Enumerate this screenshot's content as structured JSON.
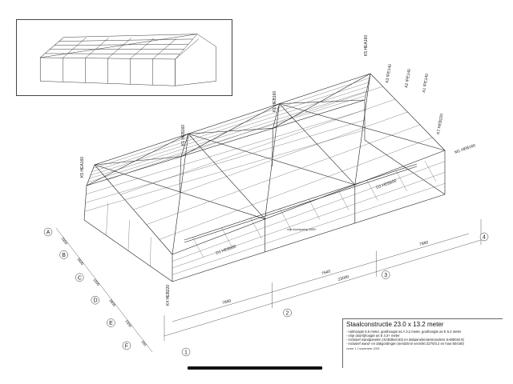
{
  "drawing": {
    "title": "Staalconstructie 23.0 x 13.2 meter",
    "specs": [
      "- nokhoogte 6.5 meter, goothoogte as A 3.2 meter, goothoogte as E 5.2 meter",
      "- vrije doorrijhoogte as E 4.3+ meter",
      "- inclusief wandpanelen (SAB35x0.63) en dakpanelen/anticondens SAB50x0.9)",
      "- inclusief wand- en dakgordingen (sendzimir verzinkt Z270/3.2 en hout 60/160)"
    ],
    "version_note": "versie 1.1 september 2025"
  },
  "grid_letters": [
    "A",
    "B",
    "C",
    "D",
    "E",
    "F"
  ],
  "grid_numbers": [
    "1",
    "2",
    "3",
    "4"
  ],
  "bay_dims": [
    "7860",
    "7640",
    "7860"
  ],
  "total_length": "23000",
  "span_dims": [
    "2950",
    "3800",
    "1000",
    "3800",
    "2350",
    "200"
  ],
  "member_labels": {
    "k5_left": "K5 HEA160",
    "k1_left": "K1 HEB160",
    "k1_top": "K1 HEB160",
    "k5_right": "K5 HEA160",
    "a3": "A3 IPE140",
    "a2": "A2 IPE140",
    "a1": "A1 IPE140",
    "k7": "K7 HEB220",
    "m1": "M1 HEB160",
    "k4": "K4 HEB220",
    "d1": "D1 HEB600",
    "d2": "D2 HEB600",
    "sparing": "vrije doorsparing 4300+"
  }
}
